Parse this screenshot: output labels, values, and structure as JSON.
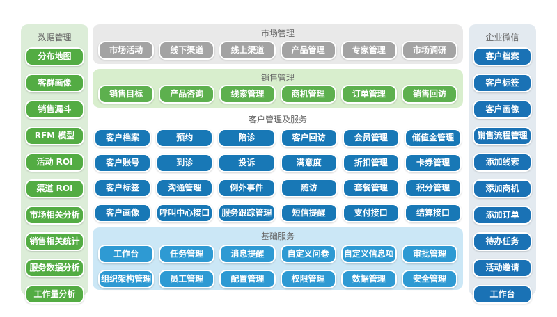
{
  "left_panel": {
    "title": "数据管理",
    "items": [
      "分布地图",
      "客群画像",
      "销售漏斗",
      "RFM 模型",
      "活动 ROI",
      "渠道 ROI",
      "市场相关分析",
      "销售相关统计",
      "服务数据分析",
      "工作量分析"
    ]
  },
  "middle": {
    "market": {
      "title": "市场管理",
      "rows": [
        [
          "市场活动",
          "线下渠道",
          "线上渠道",
          "产品管理",
          "专家管理",
          "市场调研"
        ]
      ]
    },
    "sales": {
      "title": "销售管理",
      "rows": [
        [
          "销售目标",
          "产品咨询",
          "线索管理",
          "商机管理",
          "订单管理",
          "销售回访"
        ]
      ]
    },
    "customer": {
      "title": "客户管理及服务",
      "rows": [
        [
          "客户档案",
          "预约",
          "陪诊",
          "客户回访",
          "会员管理",
          "储值金管理"
        ],
        [
          "客户账号",
          "到诊",
          "投诉",
          "满意度",
          "折扣管理",
          "卡券管理"
        ],
        [
          "客户标签",
          "沟通管理",
          "例外事件",
          "随访",
          "套餐管理",
          "积分管理"
        ],
        [
          "客户画像",
          "呼叫中心接口",
          "服务跟踪管理",
          "短信提醒",
          "支付接口",
          "结算接口"
        ]
      ]
    },
    "basic": {
      "title": "基础服务",
      "rows": [
        [
          "工作台",
          "任务管理",
          "消息提醒",
          "自定义问卷",
          "自定义信息项",
          "审批管理"
        ],
        [
          "组织架构管理",
          "员工管理",
          "配置管理",
          "权限管理",
          "数据管理",
          "安全管理"
        ]
      ]
    }
  },
  "right_panel": {
    "title": "企业微信",
    "items": [
      "客户档案",
      "客户标签",
      "客户画像",
      "销售流程管理",
      "添加线索",
      "添加商机",
      "添加订单",
      "待办任务",
      "活动邀请",
      "工作台"
    ]
  },
  "colors": {
    "page_bg": "#ffffff",
    "left_panel_bg": "#dcedd8",
    "left_button": "#53ac43",
    "market_panel_bg": "#e9e9e9",
    "market_button": "#a3a3a3",
    "sales_panel_bg": "#d8eecd",
    "sales_button": "#5db04e",
    "customer_button": "#1878b6",
    "basic_panel_bg": "#cbe7f6",
    "basic_button": "#2e9ad3",
    "right_panel_bg": "#e3eaf0",
    "right_button": "#1a72b5",
    "title_text": "#666666",
    "button_text": "#ffffff"
  }
}
